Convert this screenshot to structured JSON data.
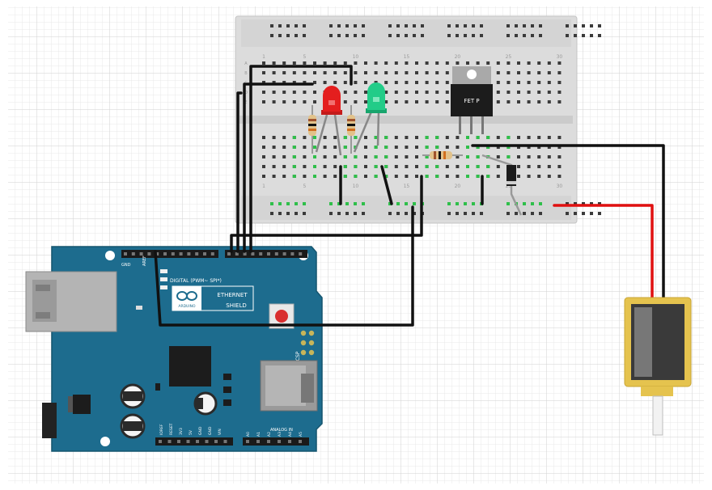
{
  "breadboard": {
    "row_labels": [
      "A",
      "B",
      "C",
      "D",
      "E"
    ],
    "column_numbers": [
      "1",
      "5",
      "10",
      "15",
      "20",
      "25",
      "30"
    ]
  },
  "components": {
    "fet_label": "FET P"
  },
  "arduino": {
    "shield_title": "ETHERNET",
    "shield_subtitle": "SHIELD",
    "brand": "ARDUINO",
    "digital_label": "DIGITAL (PWM~ SPI*)",
    "icsp_label": "ICSP",
    "aref_label": "AREF",
    "gnd_label": "GND",
    "power_pin_labels": [
      "IOREF",
      "RESET",
      "3V3",
      "5V",
      "GND",
      "GND",
      "VIN"
    ],
    "analog_label": "ANALOG IN",
    "analog_pins": [
      "A0",
      "A1",
      "A2",
      "A3",
      "A4",
      "A5"
    ]
  },
  "colors": {
    "board": "#1d6c8e",
    "breadboard": "#dcdcdc",
    "wire_black": "#111111",
    "wire_red": "#e01010",
    "led_red": "#e41e1e",
    "led_green": "#22cc88",
    "solenoid_frame": "#e5c34e"
  }
}
